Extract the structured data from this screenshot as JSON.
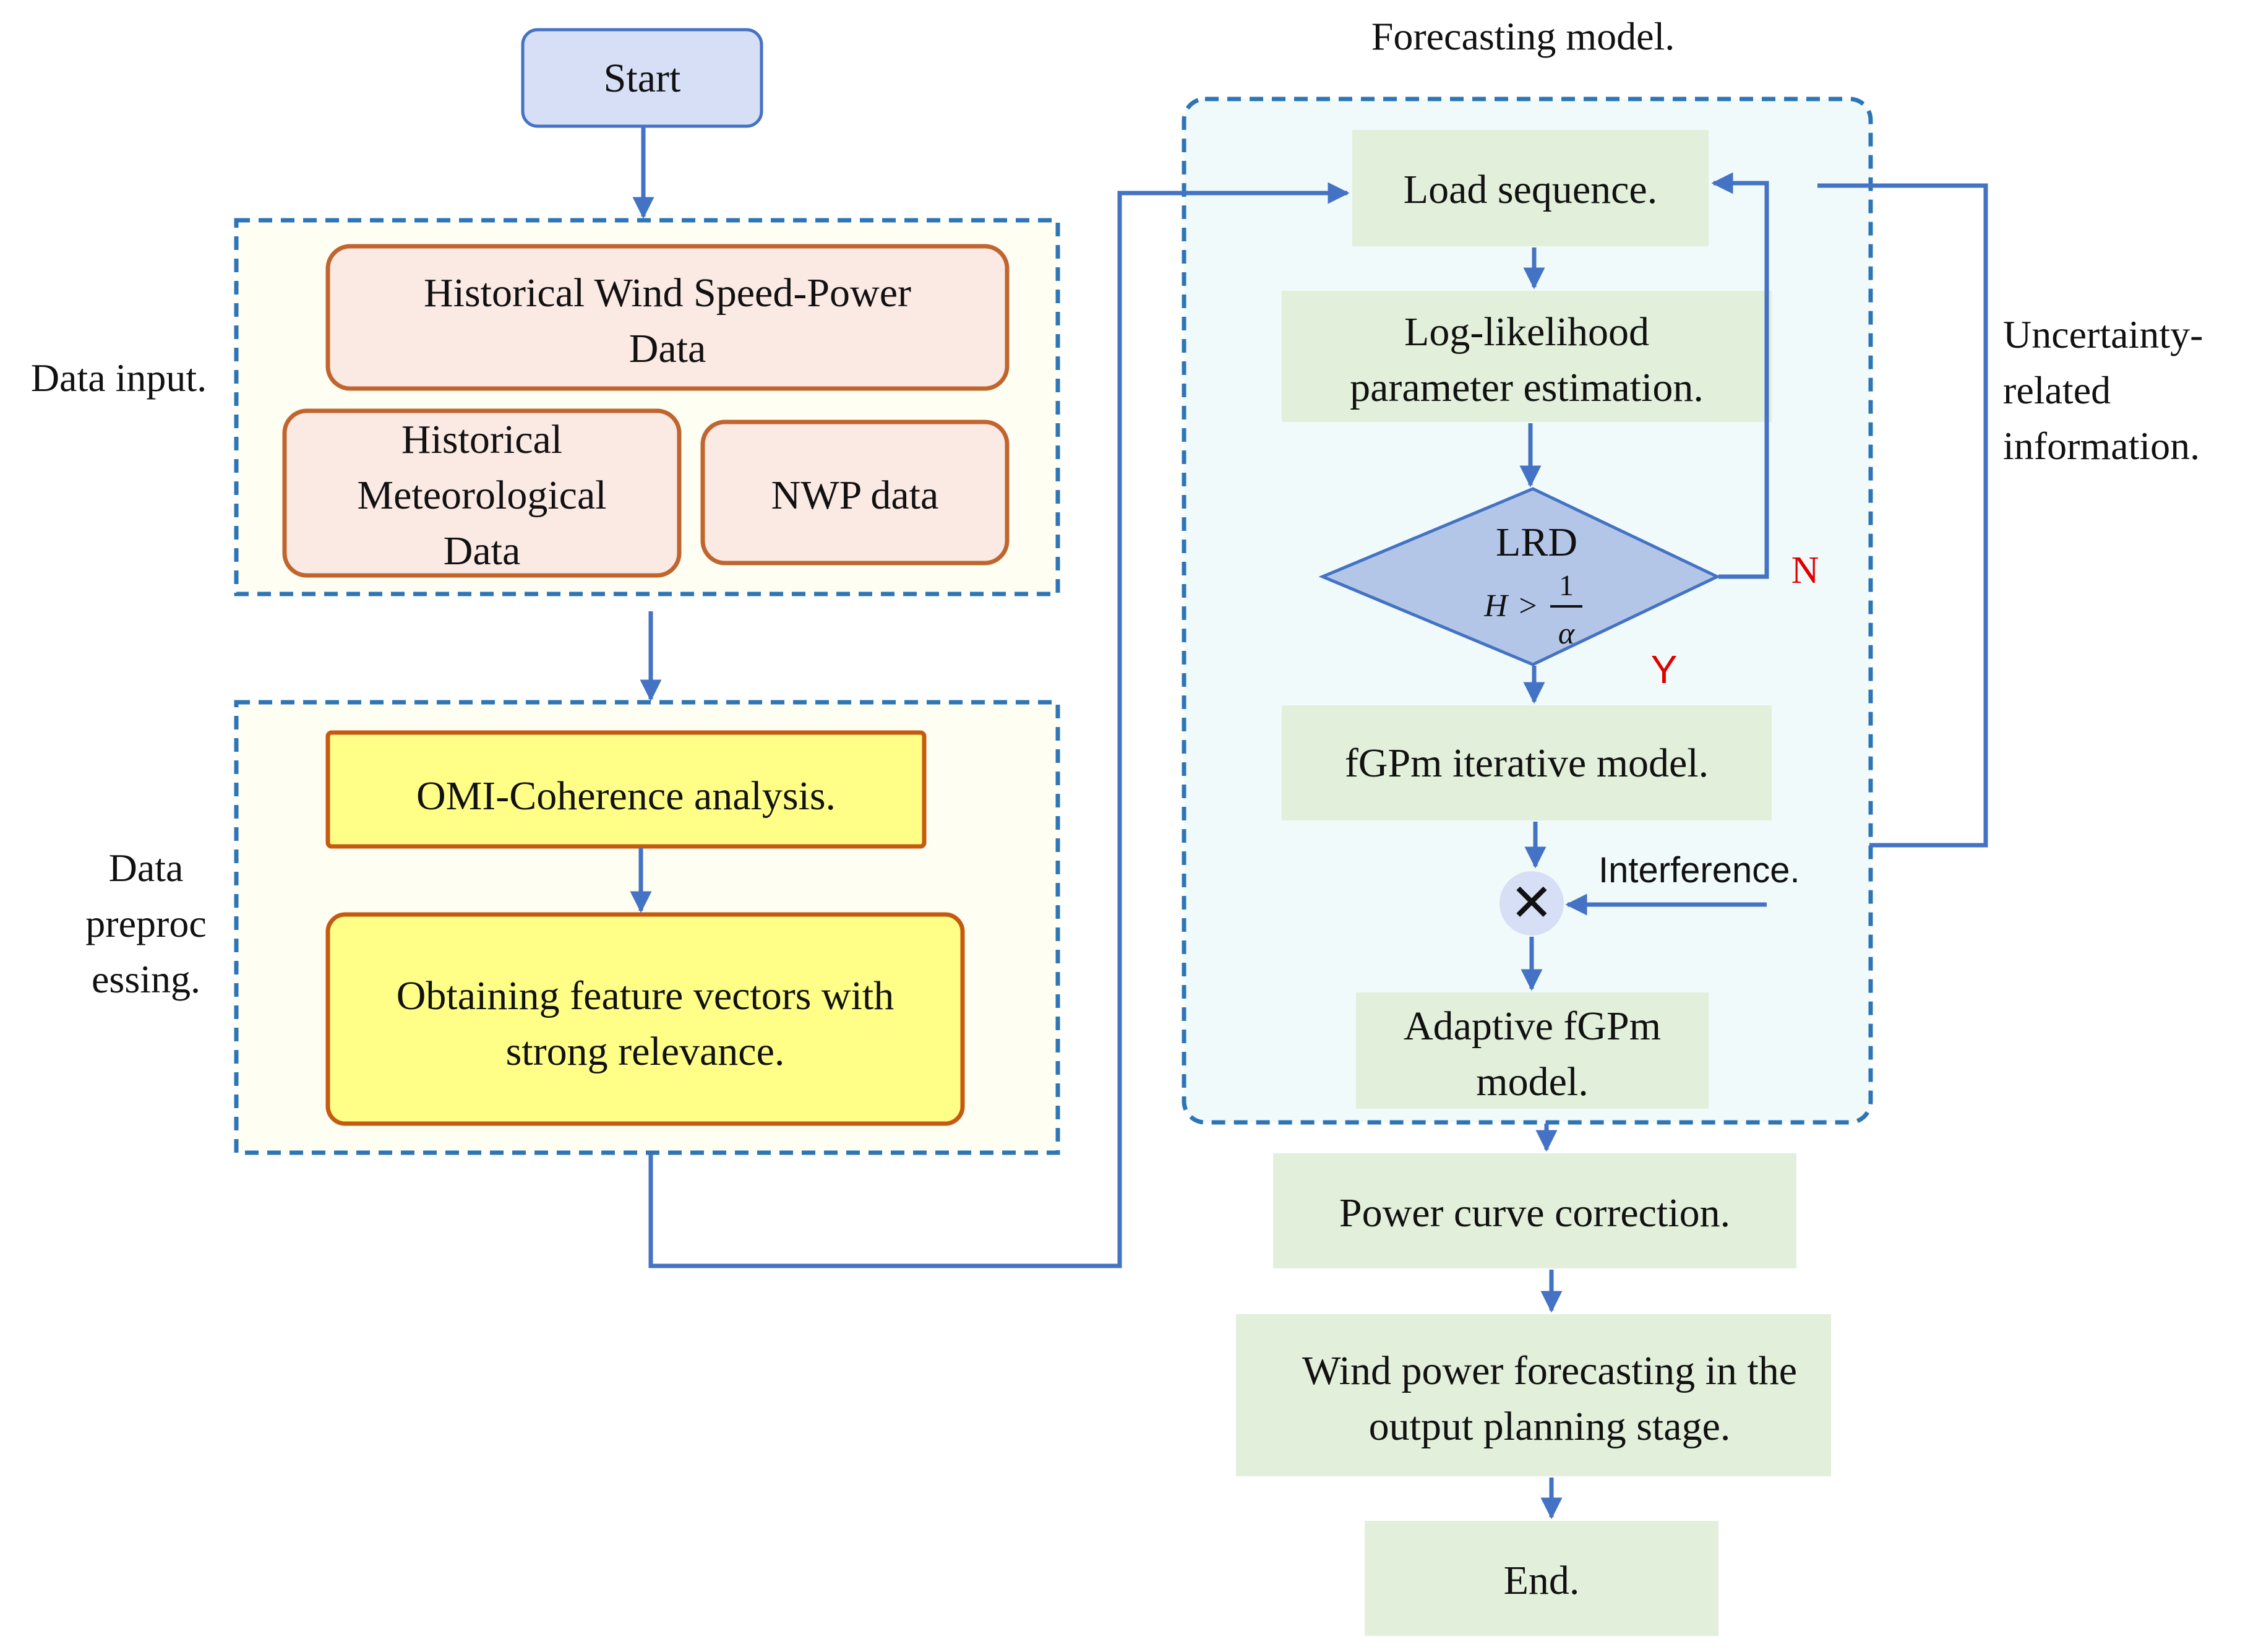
{
  "title": "Forecasting model.",
  "colors": {
    "line": "#4472C4",
    "dash": "#2E75B6",
    "green": "#E2EFDA",
    "pink_fill": "#FBE9E4",
    "pink_border": "#C0652E",
    "yellow_fill": "#FFFF88",
    "yellow_border": "#C55A11",
    "start_fill": "#D6DFF5",
    "diamond_fill": "#B4C6E7",
    "region_left_fill": "#FEFEF2",
    "region_right_fill": "#F1FAFA",
    "red": "#E00000"
  },
  "labels": {
    "data_input": "Data input.",
    "data_preprocessing": [
      "Data",
      "preproc",
      "essing."
    ],
    "uncertainty": [
      "Uncertainty-",
      "related",
      "information."
    ],
    "interference": "Interference.",
    "no": "N",
    "yes": "Y"
  },
  "nodes": {
    "start": "Start",
    "wind_data": [
      "Historical Wind Speed-Power",
      "Data"
    ],
    "meteo_data": [
      "Historical",
      "Meteorological",
      "Data"
    ],
    "nwp_data": "NWP data",
    "omi": "OMI-Coherence analysis.",
    "feature_vectors": [
      "Obtaining feature vectors with",
      "strong relevance."
    ],
    "load_sequence": "Load sequence.",
    "log_likelihood": [
      "Log-likelihood",
      "parameter estimation."
    ],
    "lrd": {
      "label": "LRD",
      "h": "H",
      "gt": ">",
      "numerator": "1",
      "denominator": "α"
    },
    "fgpm_iterative": "fGPm iterative model.",
    "multiply": "✕",
    "adaptive_fgpm": [
      "Adaptive fGPm",
      "model."
    ],
    "power_curve": "Power curve correction.",
    "wind_forecast": [
      "Wind power forecasting in the",
      "output planning stage."
    ],
    "end": "End."
  }
}
